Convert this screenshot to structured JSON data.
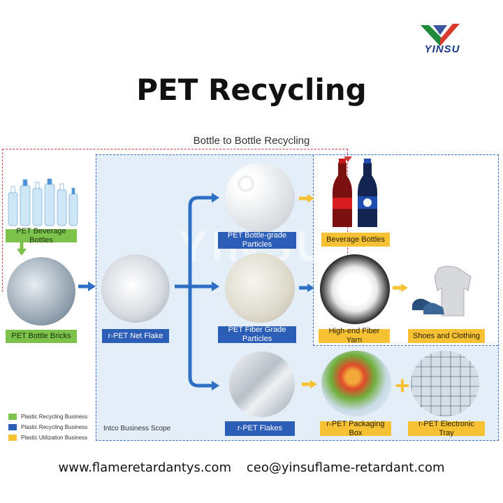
{
  "logo": {
    "text": "YINSU"
  },
  "title": "PET Recycling",
  "flow_title": "Bottle to Bottle Recycling",
  "watermark": "YINSU",
  "nodes": {
    "beverage_bottles_in": "PET Beverage Bottles",
    "bottle_bricks": "PET Bottle Bricks",
    "net_flake": "r-PET Net Flake",
    "bottle_grade": "PET Bottle-grade Particles",
    "fiber_grade": "PET Fiber Grade Particles",
    "rpet_flakes": "r-PET Flakes",
    "beverage_bottles_out": "Beverage Bottles",
    "fiber_yarn": "High-end Fiber Yarn",
    "shoes_clothing": "Shoes and Clothing",
    "packaging_box": "r-PET Packaging Box",
    "electronic_tray": "r-PET Electronic Tray"
  },
  "scope_label": "Intco Business Scope",
  "legend": [
    {
      "label": "Plastic Recycling Business",
      "color": "#7dc24b"
    },
    {
      "label": "Plastic Recycling Business",
      "color": "#2c5eb8"
    },
    {
      "label": "Plastic Utilization Business",
      "color": "#f6c233"
    }
  ],
  "footer": {
    "website": "www.flameretardantys.com",
    "email": "ceo@yinsuflame-retardant.com"
  },
  "colors": {
    "blue_arrow": "#2c6fc4",
    "yellow_arrow": "#f6c233",
    "green_arrow": "#7dc24b",
    "red_dash": "#d23b3b"
  }
}
